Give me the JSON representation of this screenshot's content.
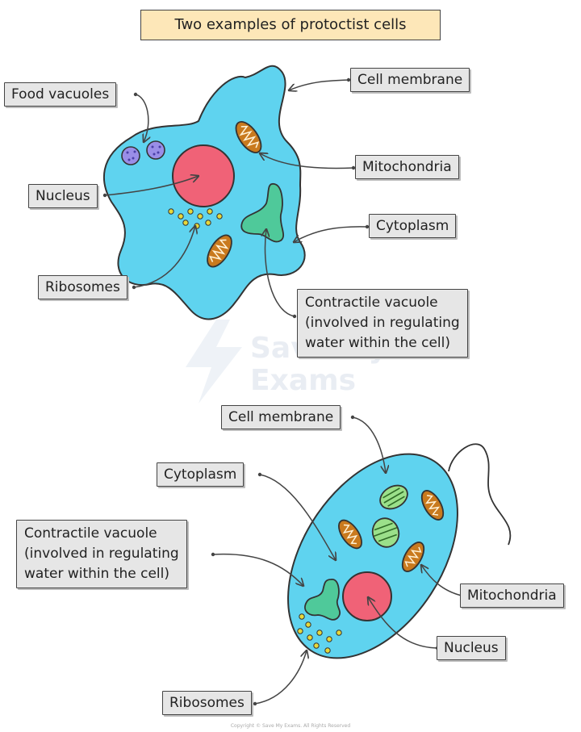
{
  "title": "Two examples of protoctist cells",
  "watermark": {
    "line1": "Save My",
    "line2": "Exams"
  },
  "copyright": "Copyright © Save My Exams. All Rights Reserved",
  "cell1": {
    "food_vacuoles": "Food vacuoles",
    "cell_membrane": "Cell membrane",
    "mitochondria": "Mitochondria",
    "nucleus": "Nucleus",
    "cytoplasm": "Cytoplasm",
    "ribosomes": "Ribosomes",
    "contractile_vacuole": [
      "Contractile vacuole",
      "(involved in regulating",
      "water within the cell)"
    ]
  },
  "cell2": {
    "cell_membrane": "Cell membrane",
    "cytoplasm": "Cytoplasm",
    "contractile_vacuole": [
      "Contractile vacuole",
      "(involved in regulating",
      "water within the cell)"
    ],
    "mitochondria": "Mitochondria",
    "nucleus": "Nucleus",
    "ribosomes": "Ribosomes"
  },
  "colors": {
    "cytoplasm": "#5fd3ef",
    "nucleus": "#f06277",
    "contractile_vacuole": "#4fc99a",
    "mitochondria": "#c97a1e",
    "ribosome": "#e6d83a",
    "food_vacuole": "#9a8ee8",
    "chloroplast": "#9be08a",
    "title_bg": "#fde7b8",
    "label_bg": "#e6e6e6"
  }
}
